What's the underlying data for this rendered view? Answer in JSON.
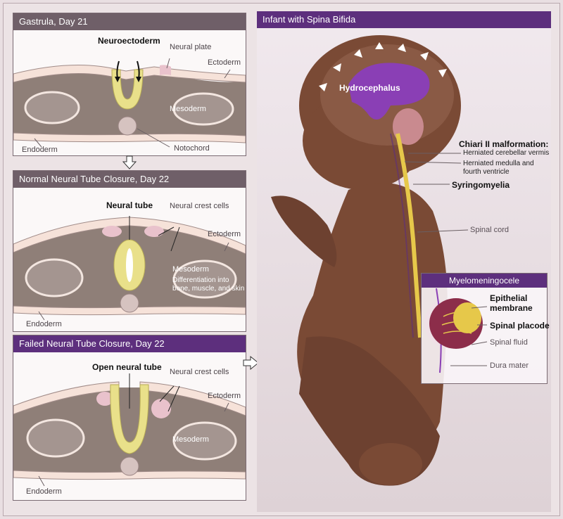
{
  "panels": {
    "gastrula": {
      "title": "Gastrula, Day 21",
      "labels": {
        "neuroectoderm": "Neuroectoderm",
        "neural_plate": "Neural plate",
        "ectoderm": "Ectoderm",
        "mesoderm": "Mesoderm",
        "endoderm": "Endoderm",
        "notochord": "Notochord"
      }
    },
    "normal": {
      "title": "Normal Neural Tube Closure, Day 22",
      "labels": {
        "neural_tube": "Neural tube",
        "neural_crest_cells": "Neural crest cells",
        "ectoderm": "Ectoderm",
        "mesoderm": "Mesoderm",
        "differentiation_line1": "Differentiation into",
        "differentiation_line2": "bone, muscle, and skin",
        "endoderm": "Endoderm"
      }
    },
    "failed": {
      "title": "Failed Neural Tube Closure, Day 22",
      "labels": {
        "open_neural_tube": "Open neural tube",
        "neural_crest_cells": "Neural crest cells",
        "ectoderm": "Ectoderm",
        "mesoderm": "Mesoderm",
        "endoderm": "Endoderm"
      }
    },
    "infant": {
      "title": "Infant with Spina Bifida",
      "labels": {
        "hydrocephalus": "Hydrocephalus",
        "chiari": "Chiari II malformation:",
        "herniated_vermis": "Herniated cerebellar vermis",
        "herniated_medulla_line1": "Herniated medulla and",
        "herniated_medulla_line2": "fourth ventricle",
        "syringomyelia": "Syringomyelia",
        "spinal_cord": "Spinal cord"
      }
    },
    "myelomeningocele": {
      "title": "Myelomeningocele",
      "labels": {
        "epithelial_line1": "Epithelial",
        "epithelial_line2": "membrane",
        "spinal_placode": "Spinal placode",
        "spinal_fluid": "Spinal fluid",
        "dura_mater": "Dura mater"
      }
    }
  },
  "colors": {
    "header_gray": "#6f5f68",
    "header_purple": "#5d2f7d",
    "neural_yellow": "#e9e08a",
    "mesoderm": "#8f7f78",
    "skin": "#7a4a35",
    "ventricle_purple": "#8a3fb5",
    "cord_yellow": "#e6c84a"
  }
}
